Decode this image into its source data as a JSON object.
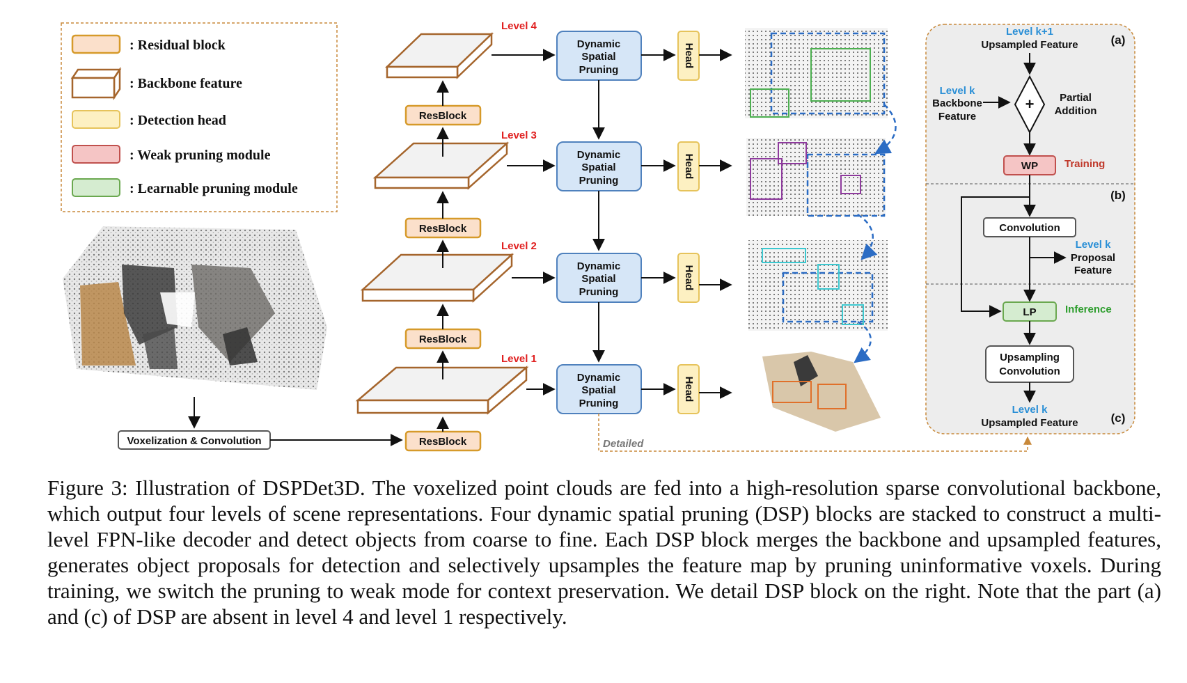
{
  "legend": {
    "items": [
      {
        "label": ": Residual block"
      },
      {
        "label": ": Backbone feature"
      },
      {
        "label": ": Detection head"
      },
      {
        "label": ": Weak pruning module"
      },
      {
        "label": ": Learnable pruning module"
      }
    ]
  },
  "levels": [
    "Level 4",
    "Level 3",
    "Level 2",
    "Level 1"
  ],
  "resblock_label": "ResBlock",
  "voxelization_label": "Voxelization & Convolution",
  "dsp": {
    "line1": "Dynamic",
    "line2": "Spatial",
    "line3": "Pruning"
  },
  "head_label": "Head",
  "detailed_label": "Detailed",
  "detail": {
    "part_a": "(a)",
    "part_b": "(b)",
    "part_c": "(c)",
    "top_level": "Level k+1",
    "top_feature": "Upsampled Feature",
    "left_level": "Level k",
    "left_line1": "Backbone",
    "left_line2": "Feature",
    "plus": "+",
    "partial_line1": "Partial",
    "partial_line2": "Addition",
    "wp": "WP",
    "training": "Training",
    "convolution": "Convolution",
    "proposal_level": "Level k",
    "proposal_line1": "Proposal",
    "proposal_line2": "Feature",
    "lp": "LP",
    "inference": "Inference",
    "upconv_line1": "Upsampling",
    "upconv_line2": "Convolution",
    "bottom_level": "Level k",
    "bottom_feature": "Upsampled Feature"
  },
  "caption": {
    "label": "Figure 3:",
    "text": "Illustration of DSPDet3D. The voxelized point clouds are fed into a high-resolution sparse convolutional backbone, which output four levels of scene representations. Four dynamic spatial pruning (DSP) blocks are stacked to construct a multi-level FPN-like decoder and detect objects from coarse to fine. Each DSP block merges the backbone and upsampled features, generates object proposals for detection and selectively upsamples the feature map by pruning uninformative voxels. During training, we switch the pruning to weak mode for context preservation. We detail DSP block on the right. Note that the part (a) and (c) of DSP are absent in level 4 and level 1 respectively."
  },
  "colors": {
    "resblock_fill": "#fbe0cb",
    "resblock_stroke": "#d69a2a",
    "backbone_stroke": "#a5652c",
    "head_fill": "#fdf0c2",
    "wp_fill": "#f5c5c5",
    "wp_stroke": "#c0504d",
    "lp_fill": "#d5ecd0",
    "lp_stroke": "#6aa84f",
    "dsp_fill": "#d6e6f7",
    "dsp_stroke": "#4f81bd",
    "level_red": "#e02020",
    "level_blue": "#2a8fd6",
    "training_red": "#c0392b",
    "inference_green": "#2e9e2e"
  }
}
